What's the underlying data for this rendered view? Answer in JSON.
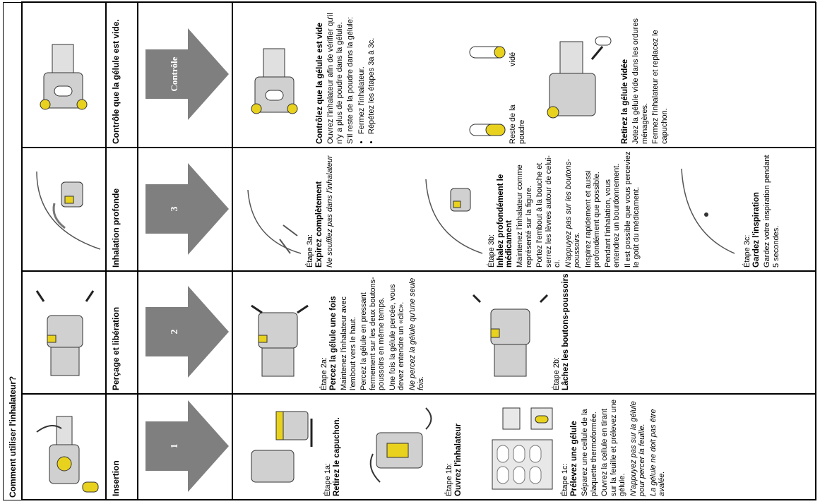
{
  "title": "Comment utiliser l'inhalateur?",
  "columns": [
    {
      "header": "Insertion",
      "arrow": "1"
    },
    {
      "header": "Perçage et libération",
      "arrow": "2"
    },
    {
      "header": "Inhalation profonde",
      "arrow": "3"
    },
    {
      "header": "Contrôle que la gélule est vide.",
      "arrow": "Contrôle"
    }
  ],
  "col1": {
    "s1a_label": "Étape 1a:",
    "s1a_title": "Retirez le capuchon.",
    "s1b_label": "Étape 1b:",
    "s1b_title": "Ouvrez l'inhalateur",
    "s1c_label": "Étape 1c:",
    "s1c_title": "Prélevez une gélule",
    "s1c_p1": "Séparez une cellule de la plaquette thermoformée.",
    "s1c_p2": "Ouvrez la cellule en tirant sur la feuille et prélevez une gélule.",
    "s1c_p3": "N'appuyez pas sur la gélule pour percer la feuille.",
    "s1c_p4": "La gélule ne doit pas être avalée."
  },
  "col2": {
    "s2a_label": "Étape 2a:",
    "s2a_title": "Percez la gélule une fois",
    "s2a_p1": "Maintenez l'inhalateur avec l'embout vers le haut.",
    "s2a_p2": "Percez la gélule en pressant fermement sur les deux boutons-poussoirs en même temps.",
    "s2a_p3": "Une fois la gélule percée, vous devez entendre un «clic».",
    "s2a_p4": "Ne percez la gélule qu'une seule fois.",
    "s2b_label": "Étape 2b:",
    "s2b_title": "Lâchez les boutons-poussoirs"
  },
  "col3": {
    "s3a_label": "Étape 3a:",
    "s3a_title": "Expirez complètement",
    "s3a_p1": "Ne soufflez pas dans l'inhalateur",
    "s3b_label": "Étape 3b:",
    "s3b_title": "Inhalez profondément le médicament",
    "s3b_p1": "Maintenez l'inhalateur comme représenté sur la figure.",
    "s3b_p2": "Portez l'embout à la bouche et serrez les lèvres autour de celui-ci.",
    "s3b_p3": "N'appuyez pas sur les boutons-poussoirs.",
    "s3b_p4": "Inspirez rapidement et aussi profondément que possible.",
    "s3b_p5": "Pendant l'inhalation, vous entendrez un bourdonnement.",
    "s3b_p6": "Il est possible que vous perceviez le goût du médicament.",
    "s3c_label": "Étape 3c:",
    "s3c_title": "Gardez l'inspiration",
    "s3c_p1": "Gardez votre inspiration pendant 5 secondes."
  },
  "col4": {
    "c_title": "Contrôlez que la gélule est vide",
    "c_p1": "Ouvrez l'inhalateur afin de vérifier qu'il n'y a plus de poudre dans la gélule.",
    "c_p2": "S'il reste de la poudre dans la gélule:",
    "c_li1": "Fermez l'inhalateur.",
    "c_li2": "Répétez les étapes 3a à 3c.",
    "cap_left": "Reste de la poudre",
    "cap_right": "vidé",
    "r_title": "Retirez la gélule vidée",
    "r_p1": "Jetez la gélule vide dans les ordures ménagères.",
    "r_p2": "Fermez l'inhalateur et replacez le capuchon."
  },
  "colors": {
    "arrow": "#7f7f7f",
    "accent": "#e8d21d",
    "device": "#d0d0d0"
  }
}
